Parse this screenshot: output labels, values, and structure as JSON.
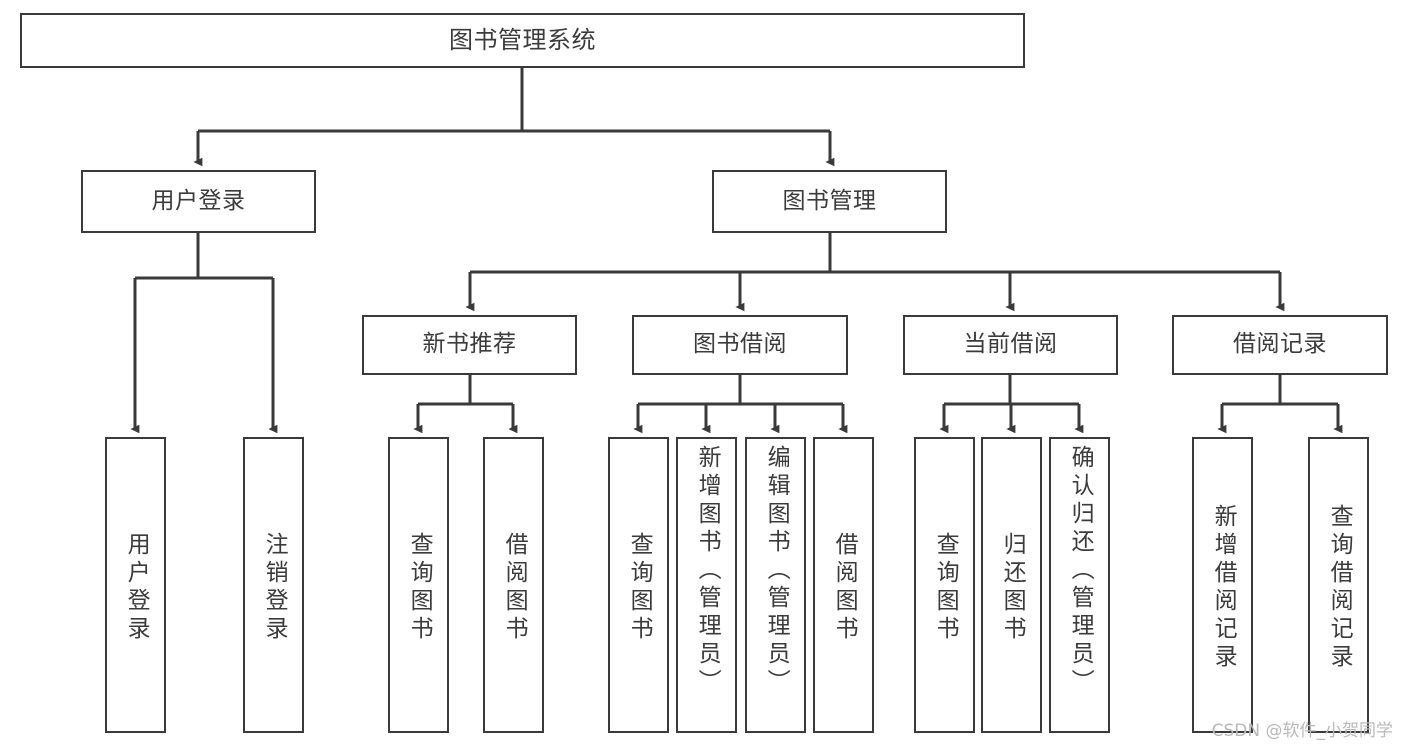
{
  "diagram": {
    "title": "图书管理系统",
    "type": "tree-hierarchy-chart",
    "colors": {
      "box_border": "#3a3a3a",
      "box_fill": "#ffffff",
      "edge": "#3a3a3a",
      "text": "#3b3b3b",
      "watermark": "#b9b9b9",
      "background": "#ffffff"
    },
    "root": {
      "id": "root",
      "label": "图书管理系统"
    },
    "level1": [
      {
        "id": "l1-0",
        "label": "用户登录"
      },
      {
        "id": "l1-1",
        "label": "图书管理"
      }
    ],
    "level2": [
      {
        "id": "l2-0",
        "label": "新书推荐"
      },
      {
        "id": "l2-1",
        "label": "图书借阅"
      },
      {
        "id": "l2-2",
        "label": "当前借阅"
      },
      {
        "id": "l2-3",
        "label": "借阅记录"
      }
    ],
    "leaves": [
      {
        "id": "lf-0",
        "label": "用户登录",
        "parent": "用户登录"
      },
      {
        "id": "lf-1",
        "label": "注销登录",
        "parent": "用户登录"
      },
      {
        "id": "lf-2",
        "label": "查询图书",
        "parent": "新书推荐"
      },
      {
        "id": "lf-3",
        "label": "借阅图书",
        "parent": "新书推荐"
      },
      {
        "id": "lf-4",
        "label": "查询图书",
        "parent": "图书借阅"
      },
      {
        "id": "lf-5",
        "label": "新增图书（管理员）",
        "parent": "图书借阅"
      },
      {
        "id": "lf-6",
        "label": "编辑图书（管理员）",
        "parent": "图书借阅"
      },
      {
        "id": "lf-7",
        "label": "借阅图书",
        "parent": "图书借阅"
      },
      {
        "id": "lf-8",
        "label": "查询图书",
        "parent": "当前借阅"
      },
      {
        "id": "lf-9",
        "label": "归还图书",
        "parent": "当前借阅"
      },
      {
        "id": "lf-10",
        "label": "确认归还（管理员）",
        "parent": "当前借阅"
      },
      {
        "id": "lf-11",
        "label": "新增借阅记录",
        "parent": "借阅记录"
      },
      {
        "id": "lf-12",
        "label": "查询借阅记录",
        "parent": "借阅记录"
      }
    ],
    "watermark": "CSDN @软件_小贺同学"
  }
}
